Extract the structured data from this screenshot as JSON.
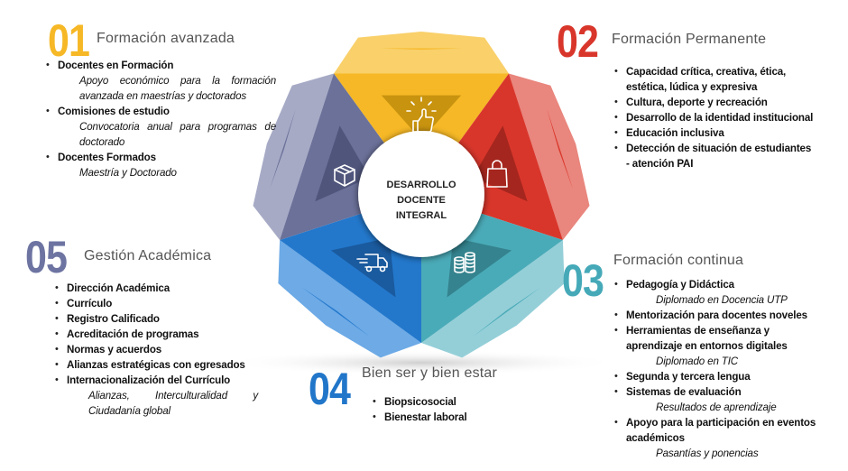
{
  "center": {
    "lines": [
      "DESARROLLO",
      "DOCENTE",
      "INTEGRAL"
    ]
  },
  "colors": {
    "s01": "#F6B826",
    "s02": "#D9362B",
    "s03": "#45A9B8",
    "s04": "#2176C9",
    "s05": "#6D74A1"
  },
  "sections": {
    "s01": {
      "number": "01",
      "title": "Formación avanzada",
      "items": [
        {
          "label": "Docentes en Formación",
          "sub": "Apoyo económico para la formación avanzada en maestrías y doctorados"
        },
        {
          "label": "Comisiones de estudio",
          "sub": "Convocatoria anual para programas de doctorado"
        },
        {
          "label": "Docentes Formados",
          "sub": "Maestría y Doctorado"
        }
      ]
    },
    "s02": {
      "number": "02",
      "title": "Formación Permanente",
      "items": [
        {
          "label": "Capacidad crítica, creativa, ética, estética, lúdica y expresiva"
        },
        {
          "label": "Cultura, deporte y recreación"
        },
        {
          "label": "Desarrollo de la identidad institucional"
        },
        {
          "label": "Educación inclusiva"
        },
        {
          "label": "Detección de situación de estudiantes - atención PAI"
        }
      ]
    },
    "s03": {
      "number": "03",
      "title": "Formación continua",
      "items": [
        {
          "label": "Pedagogía y Didáctica",
          "sub": "Diplomado en Docencia UTP"
        },
        {
          "label": "Mentorización para docentes noveles"
        },
        {
          "label": "Herramientas de enseñanza y aprendizaje en entornos  digitales",
          "sub": "Diplomado en TIC"
        },
        {
          "label": "Segunda y tercera lengua"
        },
        {
          "label": "Sistemas de evaluación",
          "sub": "Resultados de aprendizaje"
        },
        {
          "label": "Apoyo para la participación en eventos académicos",
          "sub": "Pasantías y ponencias"
        }
      ]
    },
    "s04": {
      "number": "04",
      "title": "Bien ser y bien estar",
      "items": [
        {
          "label": "Biopsicosocial"
        },
        {
          "label": "Bienestar laboral"
        }
      ]
    },
    "s05": {
      "number": "05",
      "title": "Gestión Académica",
      "items": [
        {
          "label": "Dirección Académica"
        },
        {
          "label": "Currículo"
        },
        {
          "label": "Registro Calificado"
        },
        {
          "label": "Acreditación de programas"
        },
        {
          "label": "Normas y acuerdos"
        },
        {
          "label": "Alianzas estratégicas con egresados"
        },
        {
          "label": "Internacionalización del Currículo",
          "sub": "Alianzas, Interculturalidad y Ciudadanía global"
        }
      ]
    }
  },
  "icons": [
    "thumbs-up-icon",
    "shopping-bag-icon",
    "coins-icon",
    "delivery-truck-icon",
    "box-icon"
  ]
}
